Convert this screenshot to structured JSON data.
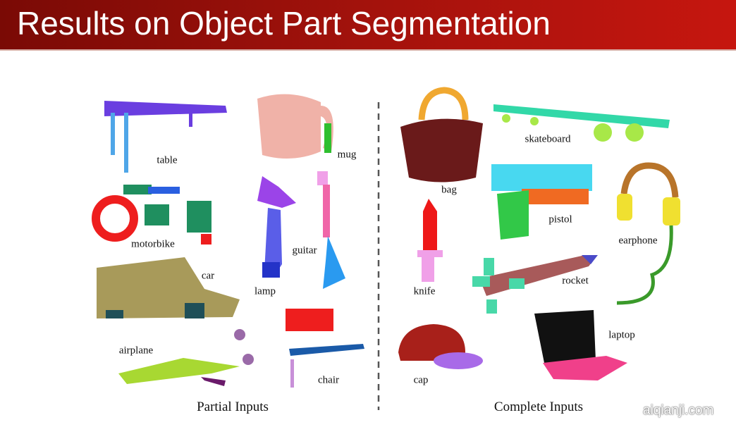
{
  "title": "Results on Object Part Segmentation",
  "partial": {
    "caption": "Partial Inputs",
    "labels": {
      "table": "table",
      "mug": "mug",
      "motorbike": "motorbike",
      "guitar": "guitar",
      "lamp": "lamp",
      "car": "car",
      "airplane": "airplane",
      "chair": "chair"
    }
  },
  "complete": {
    "caption": "Complete Inputs",
    "labels": {
      "bag": "bag",
      "skateboard": "skateboard",
      "pistol": "pistol",
      "earphone": "earphone",
      "knife": "knife",
      "rocket": "rocket",
      "laptop": "laptop",
      "cap": "cap"
    }
  },
  "watermark": "aiqianji.com"
}
